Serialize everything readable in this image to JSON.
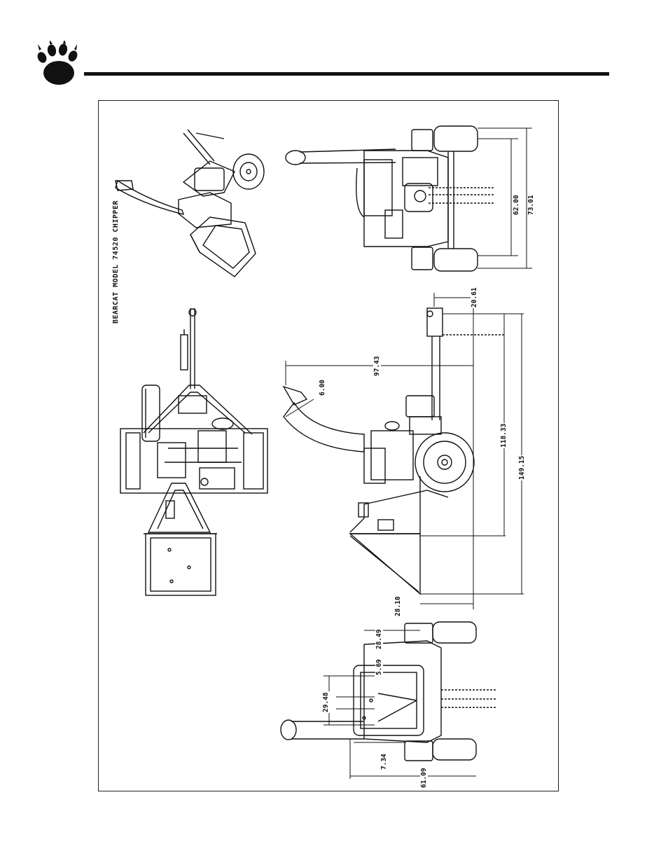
{
  "header": {
    "logo_icon": "bear-paw-icon"
  },
  "drawing": {
    "title": "BEARCAT MODEL 74520 CHIPPER",
    "dimensions": {
      "d62_00": "62.00",
      "d73_01": "73.01",
      "d20_61": "20.61",
      "d97_43": "97.43",
      "d6_00": "6.00",
      "d118_33": "118.33",
      "d149_15": "149.15",
      "d28_10": "28.10",
      "d28_49": "28.49",
      "d5_69": "5.69",
      "d29_48": "29.48",
      "d7_34": "7.34",
      "d61_09": "61.09"
    }
  }
}
